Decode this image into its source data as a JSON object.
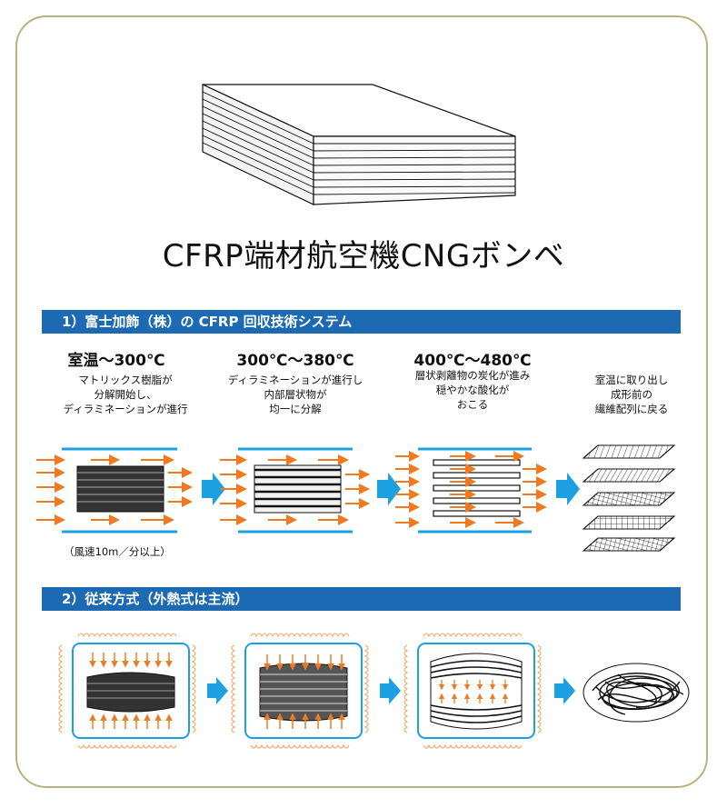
{
  "title": "CFRP端材航空機CNGボンベ",
  "section1": {
    "heading": "1）富士加飾（株）の CFRP 回収技術システム",
    "stages": [
      {
        "temp": "室温～300℃",
        "desc": "マトリックス樹脂が\n分解開始し、\nディラミネーションが進行"
      },
      {
        "temp": "300℃～380℃",
        "desc": "ディラミネーションが進行し\n内部層状物が\n均一に分解"
      },
      {
        "temp": "400℃～480℃",
        "desc": "層状剥離物の炭化が進み\n穏やかな酸化が\nおこる"
      },
      {
        "temp": "",
        "desc": "室温に取り出し\n成形前の\n繊維配列に戻る"
      }
    ],
    "airflow_note": "（風速10m／分以上）"
  },
  "section2": {
    "heading": "2）従来方式（外熱式は主流）"
  },
  "colors": {
    "accent_blue": "#1c6ab3",
    "arrow_orange": "#f07a21",
    "step_arrow_blue": "#1ba0e2",
    "coil_orange": "#f5a25a",
    "frame": "#b9b27a"
  }
}
